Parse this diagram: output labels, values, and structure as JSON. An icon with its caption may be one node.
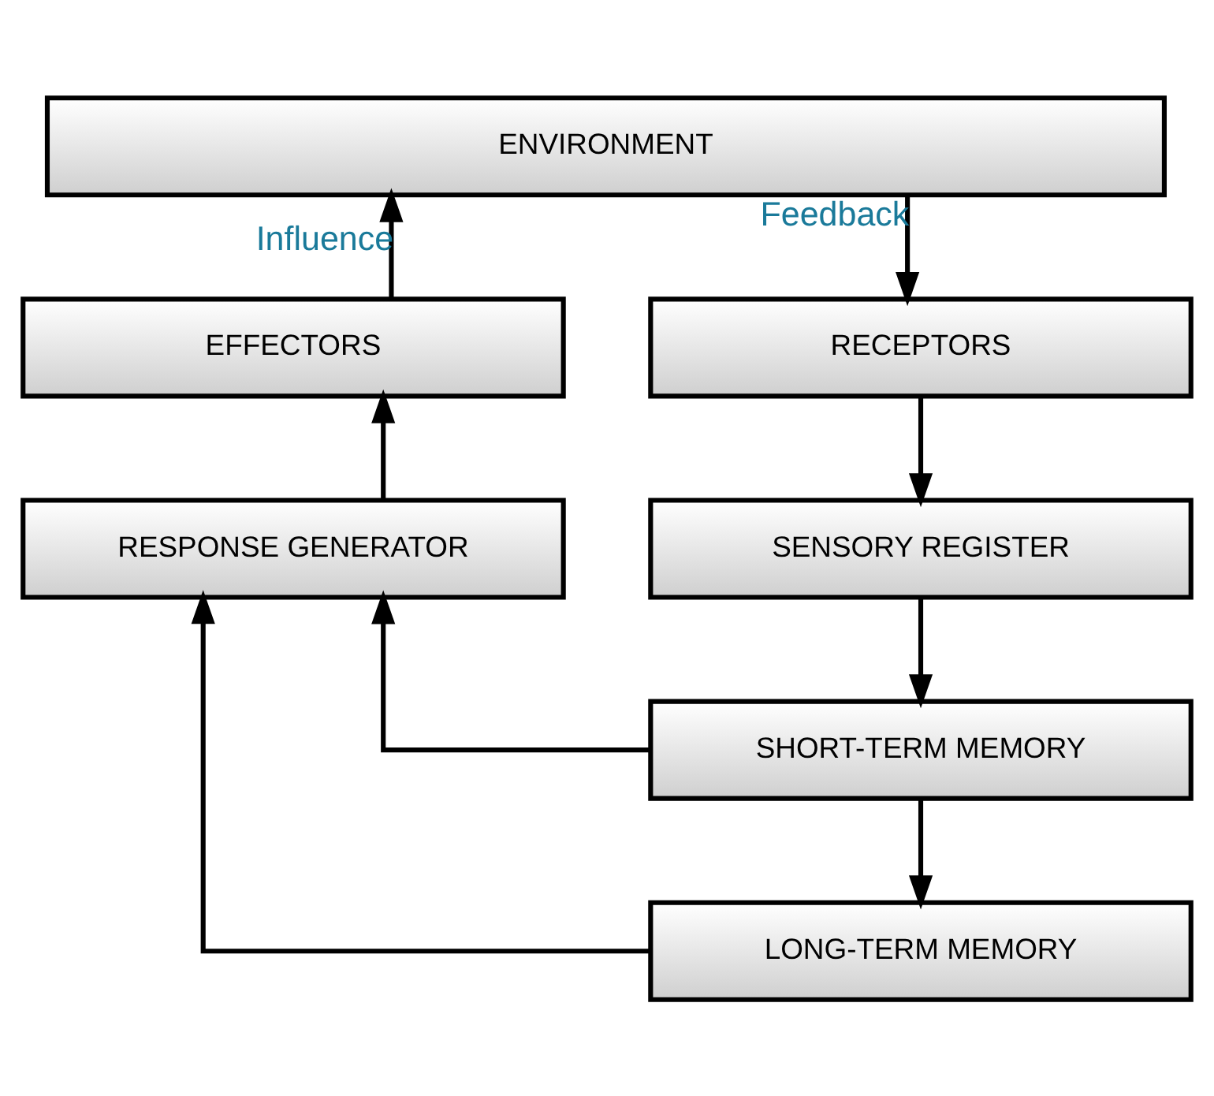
{
  "diagram": {
    "nodes": [
      {
        "text": [
          "ENVIRONMENT"
        ]
      },
      {
        "text": [
          "EFFECTORS"
        ]
      },
      {
        "text": [
          "RECEPTORS"
        ]
      },
      {
        "text": [
          "RESPONSE GENERATOR"
        ]
      },
      {
        "text": [
          "SENSORY REGISTER"
        ]
      },
      {
        "text": [
          "SHORT-TERM MEMORY"
        ]
      },
      {
        "text": [
          "LONG-TERM MEMORY"
        ]
      }
    ],
    "edges": [
      {
        "from": 1,
        "to": 0,
        "arrow": "to",
        "label": "Influence"
      },
      {
        "from": 0,
        "to": 2,
        "arrow": "to",
        "label": "Feedback"
      },
      {
        "from": 2,
        "to": 4,
        "arrow": "to"
      },
      {
        "from": 4,
        "to": 5,
        "arrow": "to"
      },
      {
        "from": 5,
        "to": 6,
        "arrow": "to"
      },
      {
        "from": 3,
        "to": 1,
        "arrow": "to"
      },
      {
        "from": 5,
        "to": 3,
        "arrow": "to"
      },
      {
        "from": 6,
        "to": 3,
        "arrow": "to"
      }
    ]
  }
}
